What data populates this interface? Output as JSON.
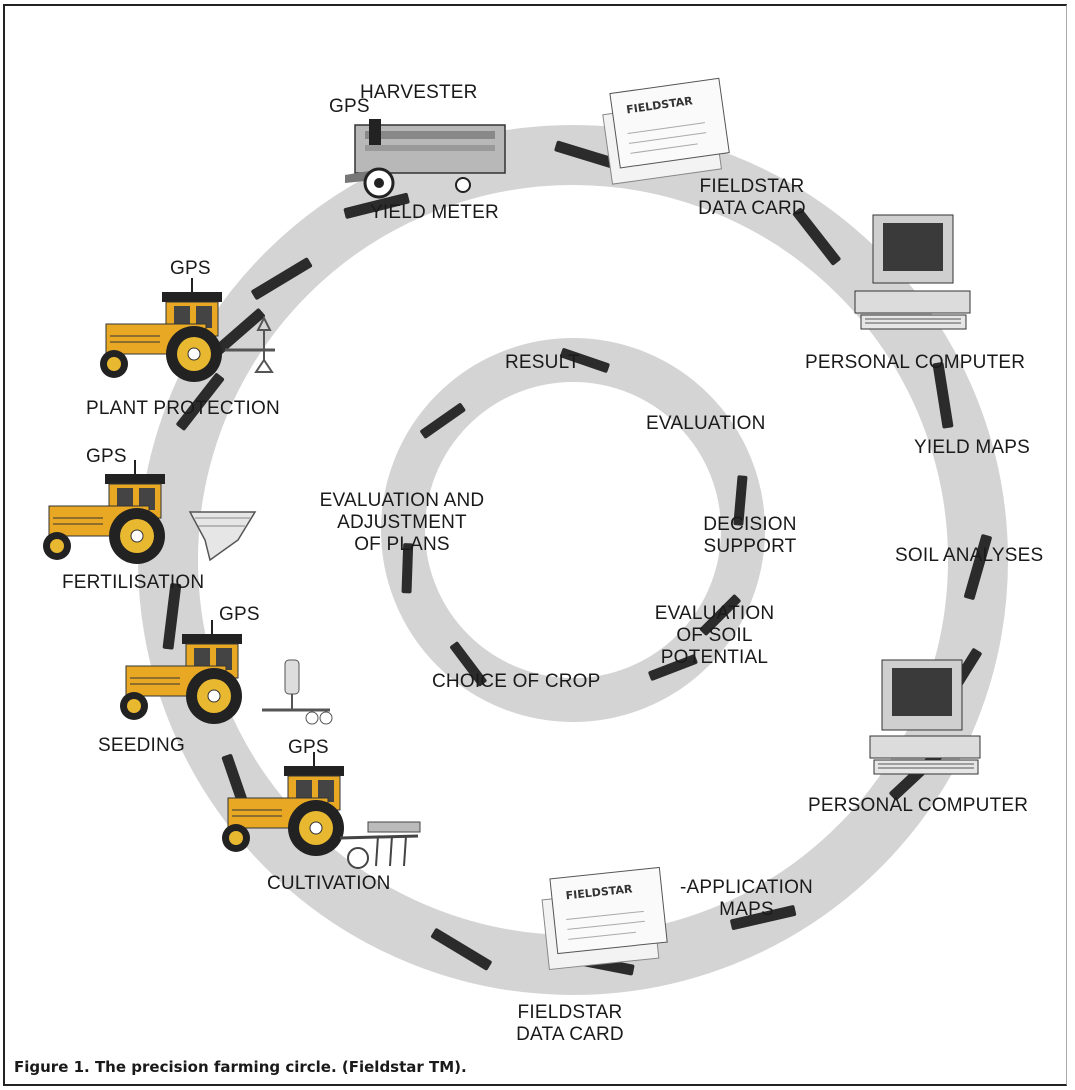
{
  "outer_ring": {
    "harvester": "HARVESTER",
    "gps_harvester": "GPS",
    "yield_meter": "YIELD METER",
    "card_top_1": "FIELDSTAR",
    "card_top_2": "DATA CARD",
    "pc_top": "PERSONAL COMPUTER",
    "yield_maps": "YIELD MAPS",
    "soil_analyses": "SOIL ANALYSES",
    "pc_bottom": "PERSONAL COMPUTER",
    "application_maps_1": "-APPLICATION",
    "application_maps_2": "MAPS",
    "card_bottom_1": "FIELDSTAR",
    "card_bottom_2": "DATA CARD",
    "cultivation": "CULTIVATION",
    "gps_cultivation": "GPS",
    "seeding": "SEEDING",
    "gps_seeding": "GPS",
    "fertilisation": "FERTILISATION",
    "gps_fertilisation": "GPS",
    "plant_protection": "PLANT PROTECTION",
    "gps_plant_protection": "GPS"
  },
  "inner_ring": {
    "result": "RESULT",
    "evaluation": "EVALUATION",
    "decision_support_1": "DECISION",
    "decision_support_2": "SUPPORT",
    "soil_potential_1": "EVALUATION",
    "soil_potential_2": "OF SOIL",
    "soil_potential_3": "POTENTIAL",
    "choice_of_crop": "CHOICE OF CROP",
    "adjust_1": "EVALUATION AND",
    "adjust_2": "ADJUSTMENT",
    "adjust_3": "OF PLANS"
  },
  "card_print": "FIELDSTAR",
  "caption": "Figure 1. The precision farming circle. (Fieldstar TM).",
  "colors": {
    "ring": "#d4d4d4",
    "tractor_body": "#e8a824",
    "wheel": "#e8b830",
    "separator": "#2b2b2b"
  }
}
